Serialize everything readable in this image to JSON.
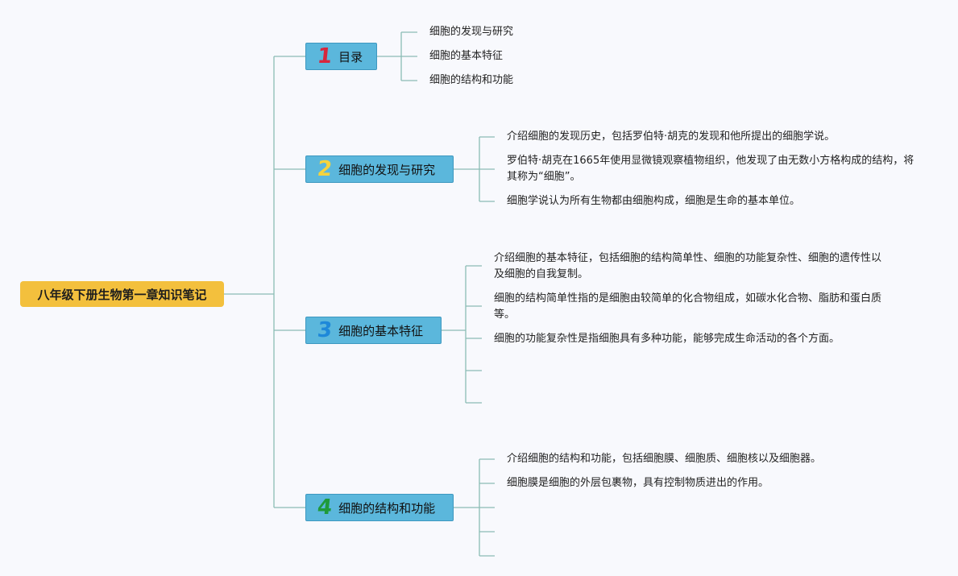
{
  "root": {
    "title": "八年级下册生物第一章知识笔记"
  },
  "branches": [
    {
      "number": "1",
      "number_color": "#d7263d",
      "label": "目录",
      "leaves": [
        "细胞的发现与研究",
        "细胞的基本特征",
        "细胞的结构和功能"
      ]
    },
    {
      "number": "2",
      "number_color": "#f5d33c",
      "label": "细胞的发现与研究",
      "leaves": [
        "介绍细胞的发现历史，包括罗伯特·胡克的发现和他所提出的细胞学说。",
        "罗伯特·胡克在1665年使用显微镜观察植物组织，他发现了由无数小方格构成的结构，将其称为“细胞”。",
        "细胞学说认为所有生物都由细胞构成，细胞是生命的基本单位。"
      ]
    },
    {
      "number": "3",
      "number_color": "#1e88d9",
      "label": "细胞的基本特征",
      "leaves": [
        "介绍细胞的基本特征，包括细胞的结构简单性、细胞的功能复杂性、细胞的遗传性以及细胞的自我复制。",
        "细胞的结构简单性指的是细胞由较简单的化合物组成，如碳水化合物、脂肪和蛋白质等。",
        "细胞的功能复杂性是指细胞具有多种功能，能够完成生命活动的各个方面。",
        "",
        ""
      ]
    },
    {
      "number": "4",
      "number_color": "#1f9a3b",
      "label": "细胞的结构和功能",
      "leaves": [
        "介绍细胞的结构和功能，包括细胞膜、细胞质、细胞核以及细胞器。",
        "细胞膜是细胞的外层包裹物，具有控制物质进出的作用。",
        "",
        "",
        ""
      ]
    }
  ],
  "colors": {
    "connector": "#8bbcb5",
    "root_fill": "#f3c03d",
    "branch_fill": "#5bb7dc",
    "background": "#f8f9fd"
  }
}
